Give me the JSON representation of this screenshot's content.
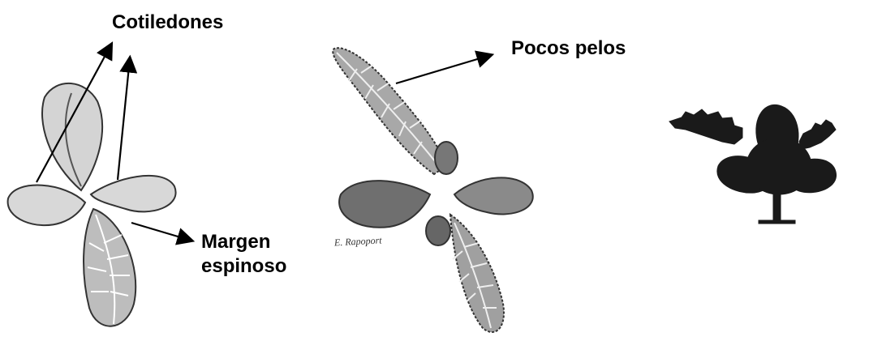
{
  "labels": {
    "cotiledones": "Cotiledones",
    "pocos_pelos": "Pocos pelos",
    "margen_line1": "Margen",
    "margen_line2": "espinoso"
  },
  "artist_signature": "E. Rapoport",
  "colors": {
    "ink": "#000000",
    "leaf_fill": "#bfbfbf",
    "leaf_dark": "#404040",
    "silhouette": "#1a1a1a"
  }
}
